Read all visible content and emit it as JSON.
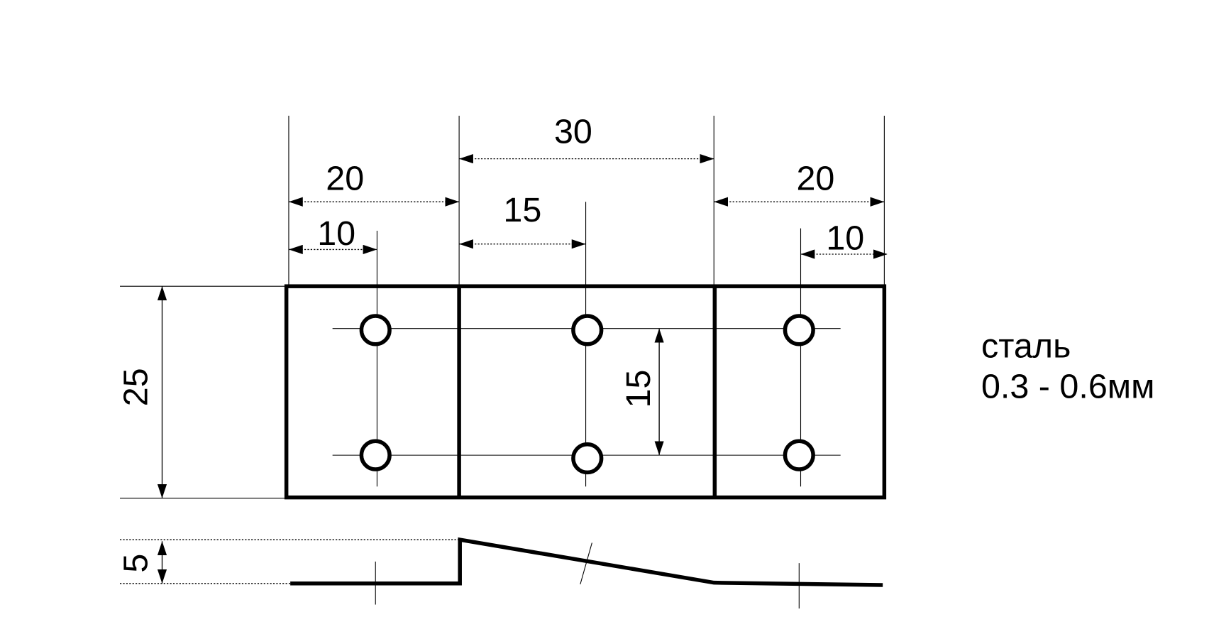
{
  "dimensions": {
    "middle_section_width": "30",
    "left_section_width": "20",
    "right_section_width": "20",
    "middle_hole_offset": "15",
    "left_hole_offset": "10",
    "right_hole_offset": "10",
    "plate_height": "25",
    "hole_spacing": "15",
    "profile_step": "5"
  },
  "material": {
    "name": "сталь",
    "thickness": "0.3 - 0.6мм"
  },
  "colors": {
    "ink": "#000000",
    "background": "#ffffff"
  }
}
